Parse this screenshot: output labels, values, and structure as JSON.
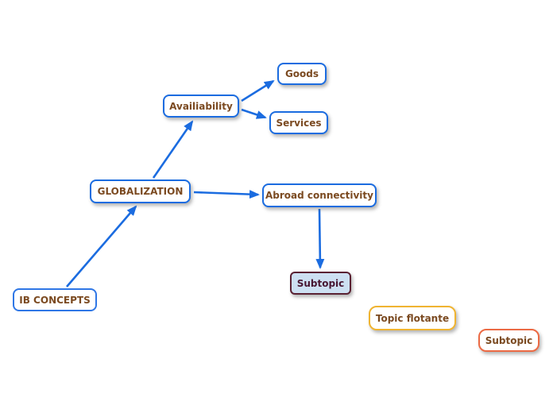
{
  "canvas": {
    "background": "#ffffff",
    "type": "mind-map"
  },
  "palette": {
    "node_border_blue": "#1b6ce0",
    "arrow_blue": "#1b6ce0",
    "node_label_brown": "#7b4a21",
    "subtopic_fill_blue": "#cde0f2",
    "subtopic_border_maroon": "#5a2133",
    "subtopic_label_maroon": "#471631",
    "floating_border_yellow": "#f0b431",
    "subtopic_border_orange": "#ec6a44",
    "node_fill_white": "#ffffff"
  },
  "nodes": [
    {
      "id": "ib-concepts",
      "label": "IB CONCEPTS"
    },
    {
      "id": "globalization",
      "label": "GLOBALIZATION"
    },
    {
      "id": "availiability",
      "label": "Availiability"
    },
    {
      "id": "goods",
      "label": "Goods"
    },
    {
      "id": "services",
      "label": "Services"
    },
    {
      "id": "abroad-connectivity",
      "label": "Abroad connectivity"
    },
    {
      "id": "subtopic-highlighted",
      "label": "Subtopic"
    },
    {
      "id": "topic-flotante",
      "label": "Topic flotante"
    },
    {
      "id": "subtopic-floating",
      "label": "Subtopic"
    }
  ],
  "edges": [
    {
      "from": "ib-concepts",
      "to": "globalization"
    },
    {
      "from": "globalization",
      "to": "availiability"
    },
    {
      "from": "availiability",
      "to": "goods"
    },
    {
      "from": "availiability",
      "to": "services"
    },
    {
      "from": "globalization",
      "to": "abroad-connectivity"
    },
    {
      "from": "abroad-connectivity",
      "to": "subtopic-highlighted"
    }
  ]
}
